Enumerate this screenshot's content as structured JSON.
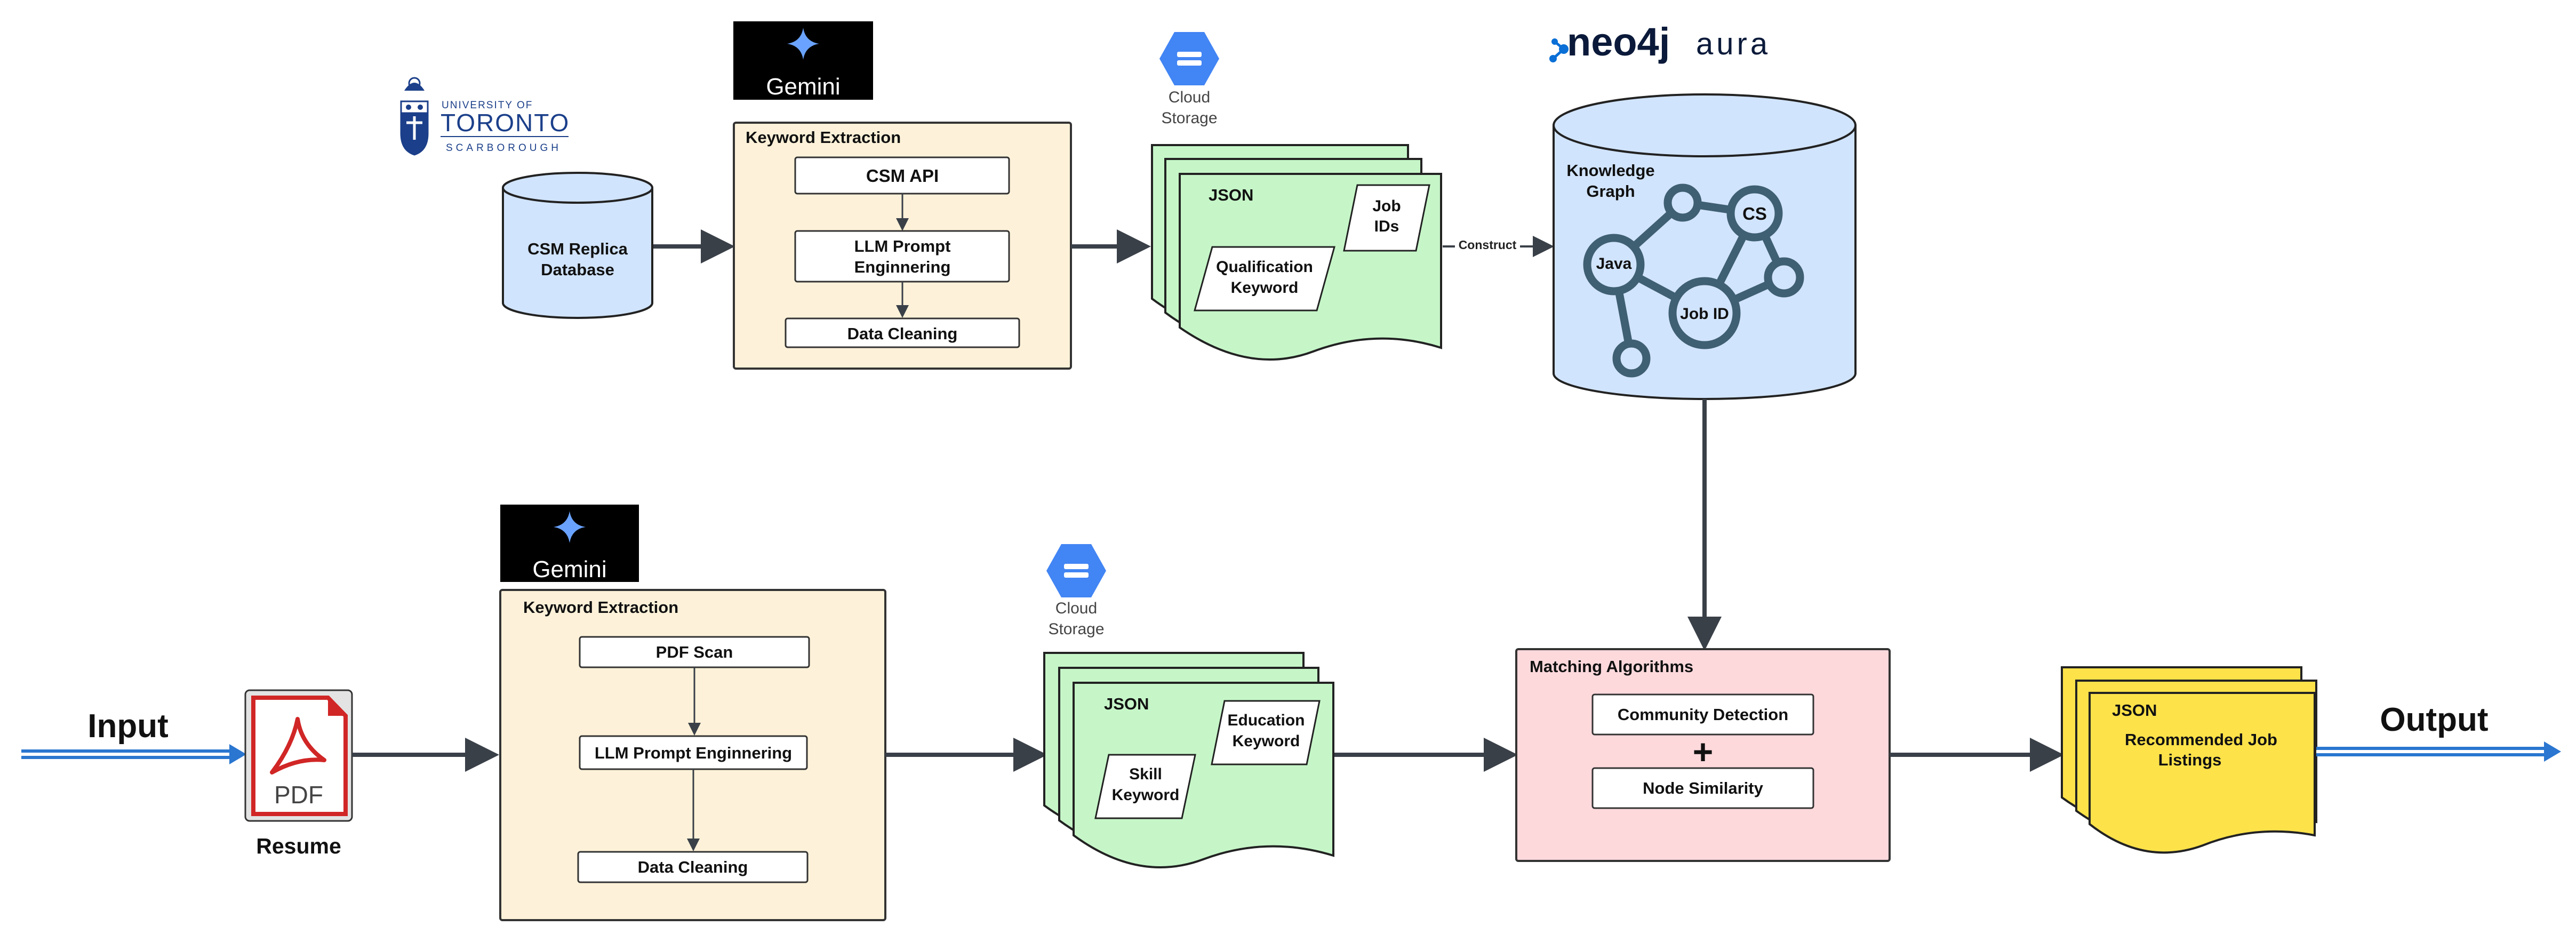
{
  "top": {
    "university_logo": {
      "line1": "UNIVERSITY OF",
      "line2": "TORONTO",
      "line3": "SCARBOROUGH"
    },
    "database": {
      "line1": "CSM Replica",
      "line2": "Database"
    },
    "gemini_label": "Gemini",
    "extraction": {
      "title": "Keyword Extraction",
      "step1": "CSM API",
      "step2_line1": "LLM Prompt",
      "step2_line2": "Enginnering",
      "step3": "Data Cleaning"
    },
    "cloud_storage": {
      "line1": "Cloud",
      "line2": "Storage"
    },
    "json_doc": {
      "title": "JSON",
      "job_ids_line1": "Job",
      "job_ids_line2": "IDs",
      "qual_line1": "Qualification",
      "qual_line2": "Keyword"
    },
    "construct_label": "Construct",
    "neo4j": {
      "brand": "neo4j",
      "product": "aura"
    },
    "knowledge_graph": {
      "title_line1": "Knowledge",
      "title_line2": "Graph",
      "node_java": "Java",
      "node_cs": "CS",
      "node_jobid": "Job ID"
    }
  },
  "bottom": {
    "input_label": "Input",
    "pdf_label": "PDF",
    "resume_label": "Resume",
    "gemini_label": "Gemini",
    "extraction": {
      "title": "Keyword Extraction",
      "step1": "PDF Scan",
      "step2": "LLM Prompt Enginnering",
      "step3": "Data Cleaning"
    },
    "cloud_storage": {
      "line1": "Cloud",
      "line2": "Storage"
    },
    "json_doc": {
      "title": "JSON",
      "edu_line1": "Education",
      "edu_line2": "Keyword",
      "skill_line1": "Skill",
      "skill_line2": "Keyword"
    },
    "matching": {
      "title": "Matching Algorithms",
      "algo1": "Community Detection",
      "plus": "+",
      "algo2": "Node Similarity"
    },
    "output_doc": {
      "title": "JSON",
      "line1": "Recommended Job",
      "line2": "Listings"
    },
    "output_label": "Output"
  },
  "colors": {
    "extraction_fill": "#fdf2d9",
    "json_fill": "#c6f6c8",
    "db_fill": "#d1e4fd",
    "matching_fill": "#fdd9dc",
    "output_fill": "#fde24a",
    "arrow": "#3a4048",
    "graph_node": "#3f5f72",
    "io_arrow": "#2a76d0",
    "cloud_icon": "#4285f4"
  }
}
